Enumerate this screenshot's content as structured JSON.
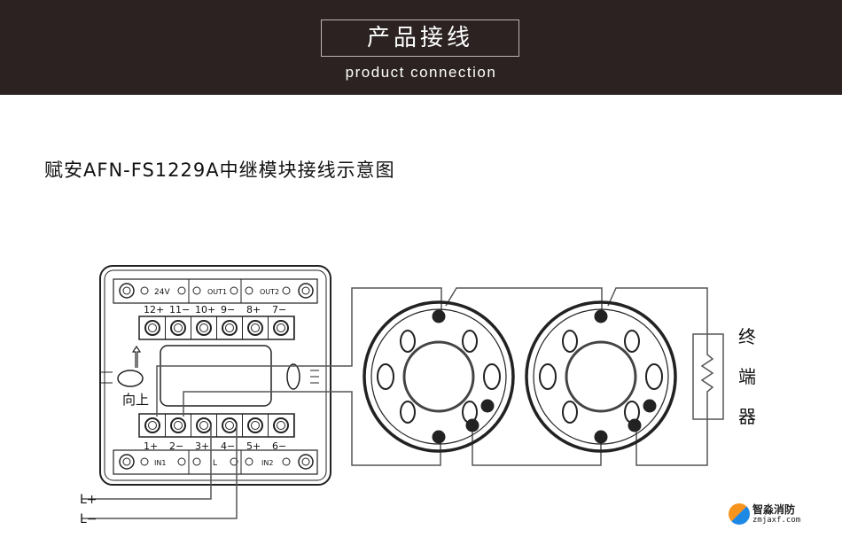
{
  "header": {
    "title": "产品接线",
    "subtitle": "product connection"
  },
  "diagram_title": "赋安AFN-FS1229A中继模块接线示意图",
  "module": {
    "top_groups": [
      "24V",
      "OUT1",
      "OUT2"
    ],
    "top_terminals": [
      "12+",
      "11−",
      "10+",
      "9−",
      "8+",
      "7−"
    ],
    "bottom_terminals": [
      "1+",
      "2−",
      "3+",
      "4−",
      "5+",
      "6−"
    ],
    "bottom_groups": [
      "IN1",
      "L",
      "IN2"
    ],
    "up_label": "向上"
  },
  "wires": {
    "l_plus": "L+",
    "l_minus": "L−"
  },
  "terminator": {
    "label_chars": [
      "终",
      "端",
      "器"
    ]
  },
  "logo": {
    "name": "智淼消防",
    "url": "zmjaxf.com"
  },
  "colors": {
    "header_bg": "#2b2221",
    "line": "#555555"
  }
}
